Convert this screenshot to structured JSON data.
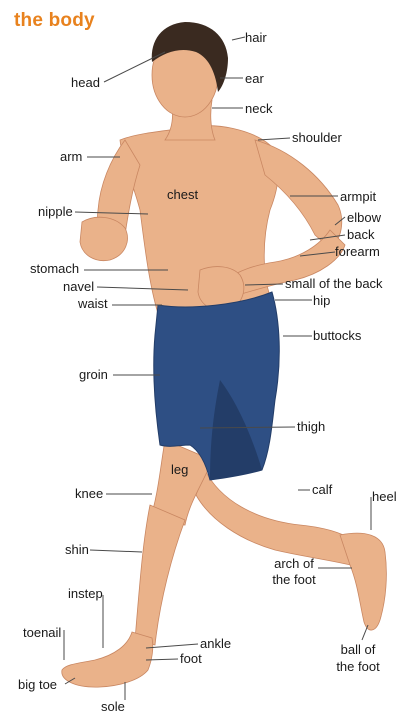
{
  "title": "the body",
  "colors": {
    "title": "#e8821e",
    "skin": "#eab28a",
    "skin_shade": "#c98762",
    "shorts": "#2e4f84",
    "shorts_shade": "#233d68",
    "hair": "#3a2a20",
    "line": "#4a4a4a"
  },
  "labels": {
    "hair": "hair",
    "head": "head",
    "ear": "ear",
    "neck": "neck",
    "shoulder": "shoulder",
    "arm": "arm",
    "chest": "chest",
    "armpit": "armpit",
    "nipple": "nipple",
    "elbow": "elbow",
    "back": "back",
    "forearm": "forearm",
    "stomach": "stomach",
    "small_of_the_back": "small of the back",
    "navel": "navel",
    "waist": "waist",
    "hip": "hip",
    "buttocks": "buttocks",
    "groin": "groin",
    "thigh": "thigh",
    "leg": "leg",
    "knee": "knee",
    "calf": "calf",
    "heel": "heel",
    "shin": "shin",
    "arch_of_the_foot_1": "arch of",
    "arch_of_the_foot_2": "the foot",
    "instep": "instep",
    "toenail": "toenail",
    "ankle": "ankle",
    "foot": "foot",
    "ball_of_the_foot_1": "ball of",
    "ball_of_the_foot_2": "the foot",
    "big_toe": "big toe",
    "sole": "sole"
  }
}
